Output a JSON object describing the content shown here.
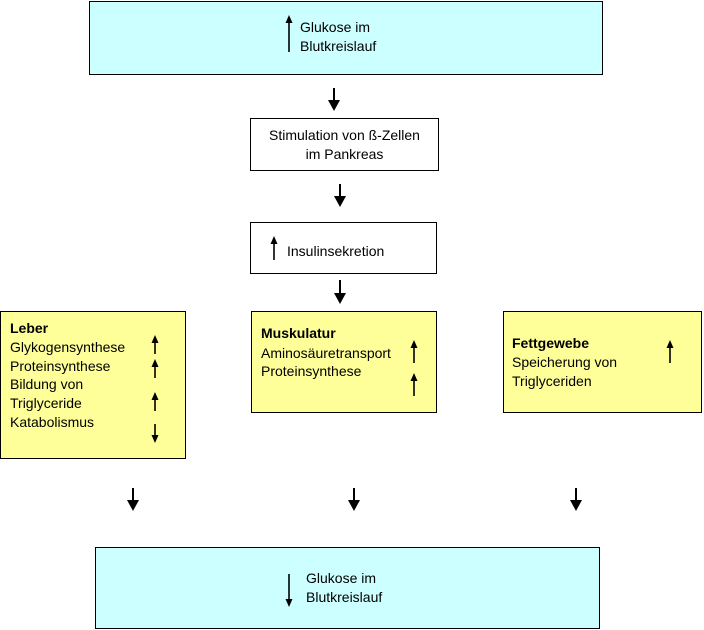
{
  "glucose_top": {
    "line1": "Glukose im",
    "line2": "Blutkreislauf",
    "direction": "up"
  },
  "stimulation": {
    "line1": "Stimulation von ß-Zellen",
    "line2": "im Pankreas"
  },
  "insulin": {
    "label": "Insulinsekretion",
    "direction": "up"
  },
  "liver": {
    "title": "Leber",
    "items": [
      {
        "label": "Glykogensynthese",
        "direction": "up"
      },
      {
        "label": "Proteinsynthese",
        "direction": "up"
      },
      {
        "label": "Bildung von",
        "direction": ""
      },
      {
        "label": "Triglyceride",
        "direction": "up"
      },
      {
        "label": "Katabolismus",
        "direction": "down"
      }
    ]
  },
  "muscle": {
    "title": "Muskulatur",
    "items": [
      {
        "label": "Aminosäuretransport",
        "direction": "up"
      },
      {
        "label": "Proteinsynthese",
        "direction": "up"
      }
    ]
  },
  "fat": {
    "title": "Fettgewebe",
    "line1": "Speicherung von",
    "line2": "Triglyceriden",
    "direction": "up"
  },
  "glucose_bottom": {
    "line1": "Glukose im",
    "line2": "Blutkreislauf",
    "direction": "down"
  },
  "colors": {
    "top_bottom_box": "#ccffff",
    "organ_box": "#ffff99",
    "process_box": "#ffffff",
    "border": "#000000"
  }
}
